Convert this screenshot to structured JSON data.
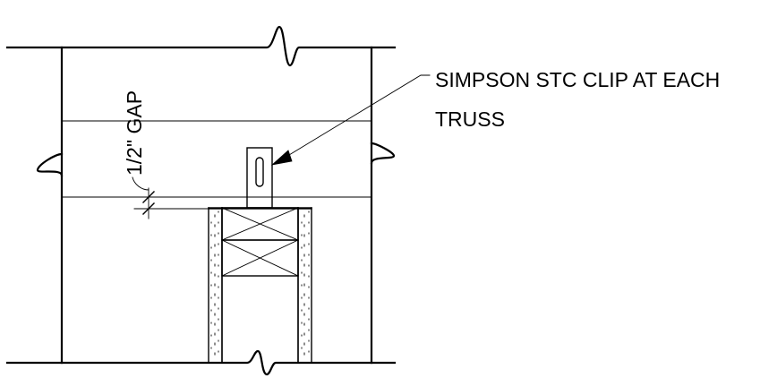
{
  "detail": {
    "callout": {
      "line1": "SIMPSON STC CLIP AT EACH",
      "line2": "TRUSS"
    },
    "gap_label": "1/2\" GAP"
  }
}
